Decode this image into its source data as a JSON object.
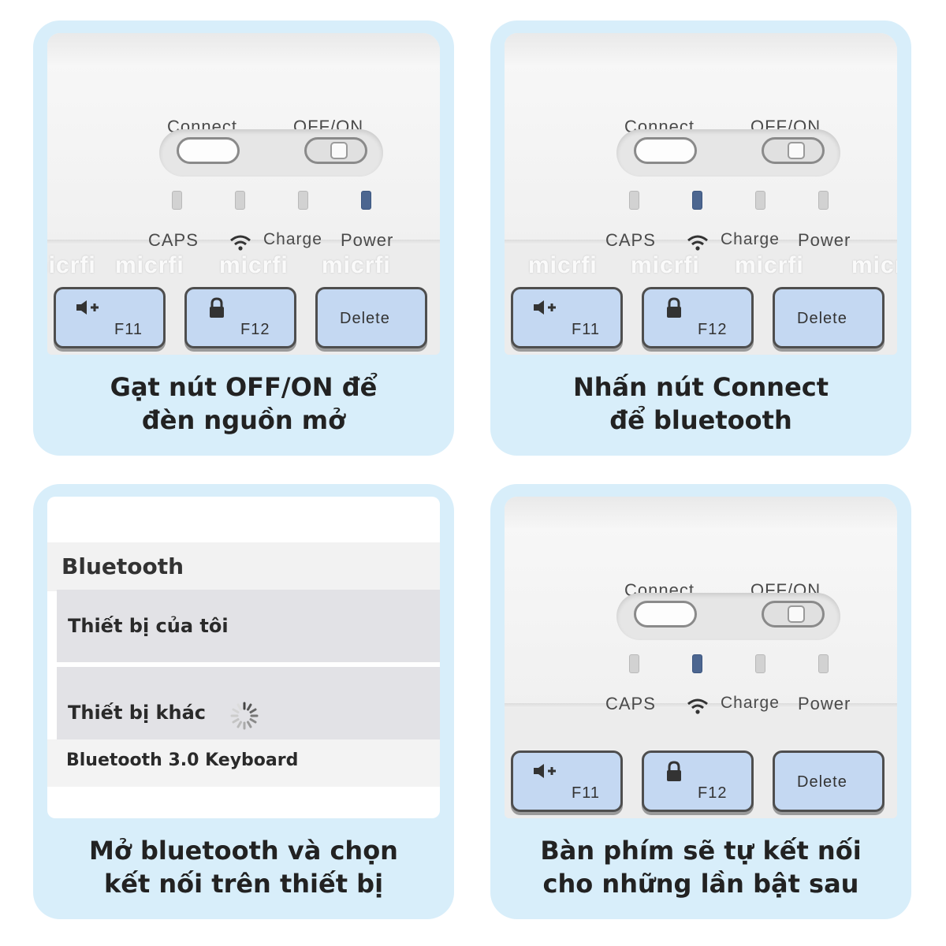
{
  "keyboard": {
    "connect_label": "Connect",
    "offon_label": "OFF/ON",
    "indicators": [
      "CAPS",
      "Charge",
      "Power"
    ],
    "keys": {
      "f11": "F11",
      "f12": "F12",
      "delete": "Delete"
    },
    "watermark": "micrfi"
  },
  "panels": [
    {
      "caption_line1": "Gạt nút OFF/ON để",
      "caption_line2": "đèn nguồn mở",
      "lit_led": "power"
    },
    {
      "caption_line1": "Nhấn nút Connect",
      "caption_line2": "để bluetooth",
      "lit_led": "bluetooth"
    },
    {
      "caption_line1": "Mở bluetooth và chọn",
      "caption_line2": "kết nối trên thiết bị"
    },
    {
      "caption_line1": "Bàn phím sẽ tự kết nối",
      "caption_line2": "cho những lần bật sau",
      "lit_led": "bluetooth"
    }
  ],
  "bluetooth": {
    "title": "Bluetooth",
    "my_devices": "Thiết bị của tôi",
    "other_devices": "Thiết bị khác",
    "device_name": "Bluetooth 3.0 Keyboard"
  },
  "colors": {
    "card_bg": "#d8eefa",
    "key_fill": "#c4d8f2",
    "led_on": "#4c6690",
    "led_off": "#d2d2d2"
  }
}
